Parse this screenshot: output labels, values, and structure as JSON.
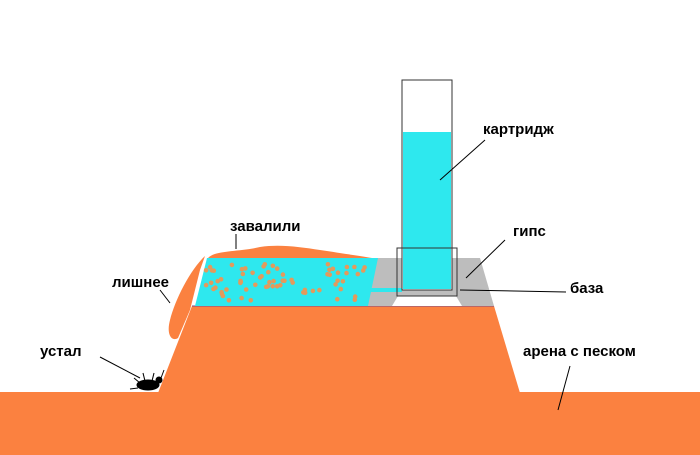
{
  "labels": {
    "cartridge": "картридж",
    "gypsum": "гипс",
    "base": "база",
    "arena": "арена с песком",
    "tired": "устал",
    "excess": "лишнее",
    "buried": "завалили"
  },
  "colors": {
    "sand": "#fb8140",
    "water": "#2ee8ee",
    "gypsum": "#bdbdbd",
    "grain": "#e39a5c"
  }
}
